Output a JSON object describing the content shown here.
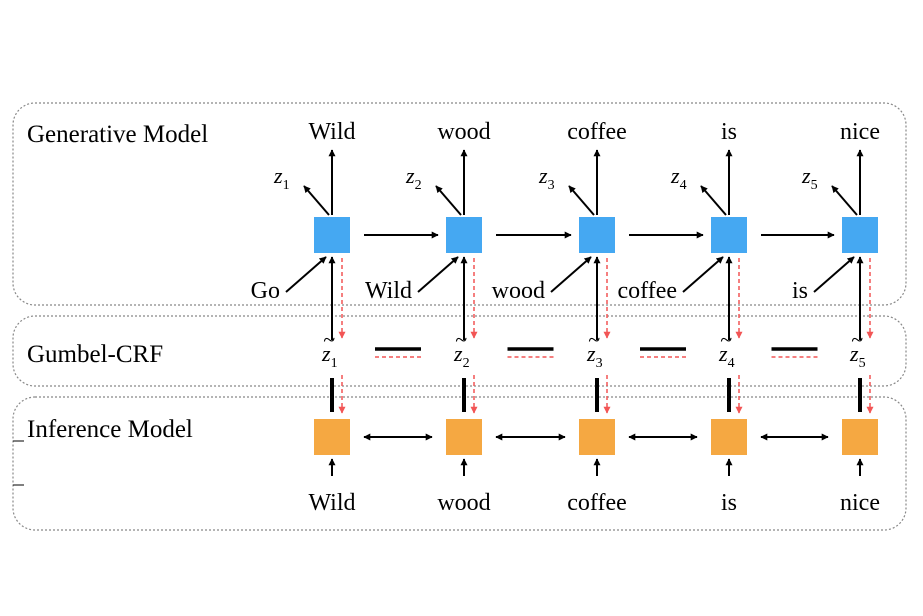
{
  "panels": {
    "generative": "Generative Model",
    "gumbel": "Gumbel-CRF",
    "inference": "Inference Model"
  },
  "output_words": [
    "Wild",
    "wood",
    "coffee",
    "is",
    "nice"
  ],
  "input_words": [
    "Go",
    "Wild",
    "wood",
    "coffee",
    "is"
  ],
  "inference_words": [
    "Wild",
    "wood",
    "coffee",
    "is",
    "nice"
  ],
  "z_vars": [
    {
      "base": "z",
      "sub": "1"
    },
    {
      "base": "z",
      "sub": "2"
    },
    {
      "base": "z",
      "sub": "3"
    },
    {
      "base": "z",
      "sub": "4"
    },
    {
      "base": "z",
      "sub": "5"
    }
  ],
  "z_tilde_vars": [
    {
      "base": "z",
      "sub": "1"
    },
    {
      "base": "z",
      "sub": "2"
    },
    {
      "base": "z",
      "sub": "3"
    },
    {
      "base": "z",
      "sub": "4"
    },
    {
      "base": "z",
      "sub": "5"
    }
  ],
  "colors": {
    "generative_node": "#45A8F2",
    "inference_node": "#F5A842",
    "gradient_arrow": "#F25555",
    "panel_border": "#888888"
  }
}
